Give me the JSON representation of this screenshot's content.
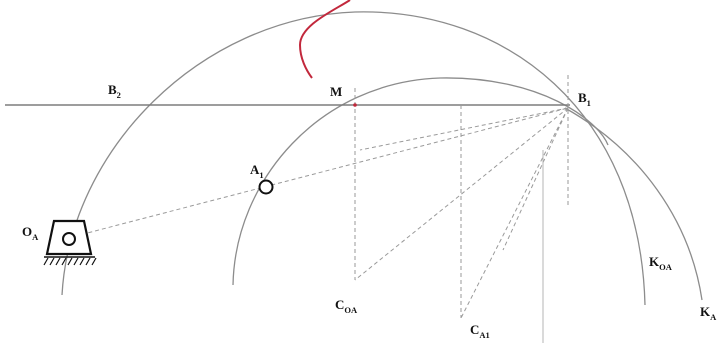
{
  "colors": {
    "line": "#8c8c8c",
    "dash": "#9a9a9a",
    "curve": "#c2283c",
    "ink": "#111111",
    "point": "#c0283a"
  },
  "labels": {
    "B2": {
      "main": "B",
      "sub": "2"
    },
    "M": {
      "main": "M",
      "sub": ""
    },
    "B1": {
      "main": "B",
      "sub": "1"
    },
    "A1": {
      "main": "A",
      "sub": "1"
    },
    "OA": {
      "main": "O",
      "sub": "A"
    },
    "KOA": {
      "main": "K",
      "sub": "OA"
    },
    "KA": {
      "main": "K",
      "sub": "A"
    },
    "COA": {
      "main": "C",
      "sub": "OA"
    },
    "CA1": {
      "main": "C",
      "sub": "A1"
    }
  },
  "icons": {
    "support": "fixed-pivot-support-icon",
    "joint": "joint-circle-icon"
  }
}
